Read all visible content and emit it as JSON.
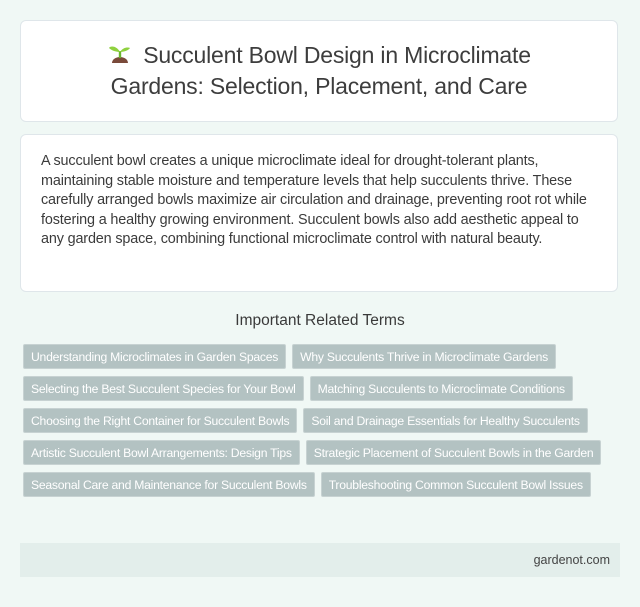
{
  "header": {
    "icon": "sprout-emoji",
    "title": "Succulent Bowl Design in Microclimate Gardens: Selection, Placement, and Care"
  },
  "intro": {
    "text": "A succulent bowl creates a unique microclimate ideal for drought-tolerant plants, maintaining stable moisture and temperature levels that help succulents thrive. These carefully arranged bowls maximize air circulation and drainage, preventing root rot while fostering a healthy growing environment. Succulent bowls also add aesthetic appeal to any garden space, combining functional microclimate control with natural beauty."
  },
  "related": {
    "heading": "Important Related Terms",
    "tags": [
      "Understanding Microclimates in Garden Spaces",
      "Why Succulents Thrive in Microclimate Gardens",
      "Selecting the Best Succulent Species for Your Bowl",
      "Matching Succulents to Microclimate Conditions",
      "Choosing the Right Container for Succulent Bowls",
      "Soil and Drainage Essentials for Healthy Succulents",
      "Artistic Succulent Bowl Arrangements: Design Tips",
      "Strategic Placement of Succulent Bowls in the Garden",
      "Seasonal Care and Maintenance for Succulent Bowls",
      "Troubleshooting Common Succulent Bowl Issues"
    ]
  },
  "footer": {
    "site": "gardenot.com"
  },
  "colors": {
    "background": "#f0f8f5",
    "card": "#ffffff",
    "tag_bg": "#b3c2c2",
    "tag_text": "#ffffff",
    "footer_bg": "#e3eeeb"
  }
}
